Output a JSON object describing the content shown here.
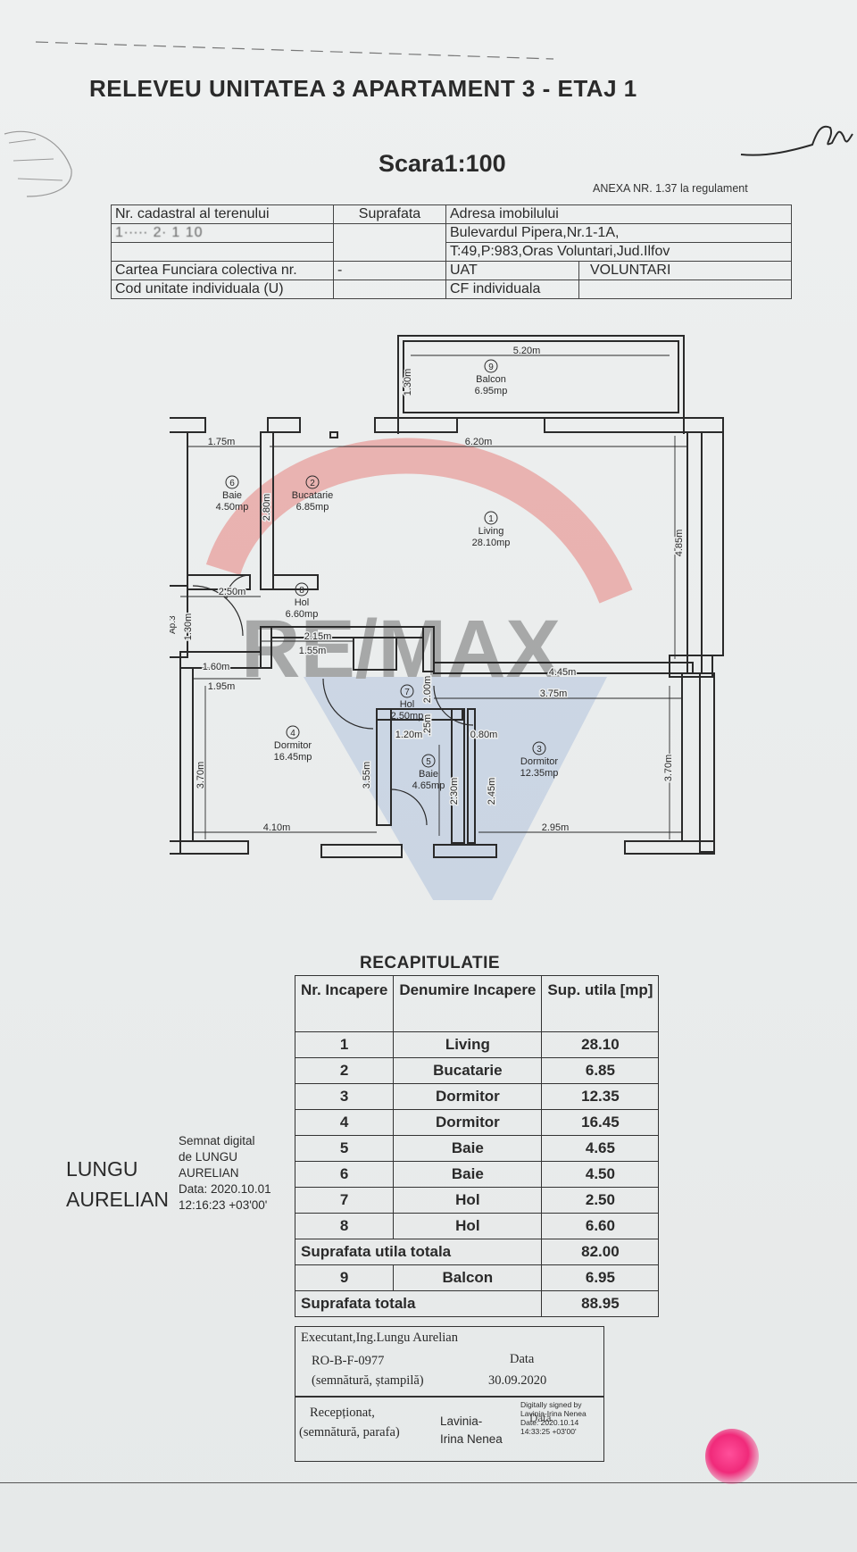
{
  "title": "RELEVEU UNITATEA 3 APARTAMENT 3 - ETAJ 1",
  "scale": "Scara1:100",
  "anexa": "ANEXA NR. 1.37 la regulament",
  "header_table": {
    "nr_cadastral_label": "Nr. cadastral al terenului",
    "nr_cadastral_value": "1∙∙∙∙∙ 2∙ 1 10",
    "suprafata_label": "Suprafata",
    "adresa_label": "Adresa imobilului",
    "adresa_line1": "Bulevardul Pipera,Nr.1-1A,",
    "adresa_line2": "T:49,P:983,Oras Voluntari,Jud.Ilfov",
    "carte_label": "Cartea Funciara colectiva nr.",
    "carte_value": "-",
    "uat_label": "UAT",
    "uat_value": "VOLUNTARI",
    "cod_label": "Cod unitate individuala (U)",
    "cf_label": "CF individuala"
  },
  "plan": {
    "rooms": [
      {
        "nr": "9",
        "name": "Balcon",
        "area": "6.95mp"
      },
      {
        "nr": "1",
        "name": "Living",
        "area": "28.10mp"
      },
      {
        "nr": "2",
        "name": "Bucatarie",
        "area": "6.85mp"
      },
      {
        "nr": "6",
        "name": "Baie",
        "area": "4.50mp"
      },
      {
        "nr": "8",
        "name": "Hol",
        "area": "6.60mp"
      },
      {
        "nr": "7",
        "name": "Hol",
        "area": "2.50mp"
      },
      {
        "nr": "4",
        "name": "Dormitor",
        "area": "16.45mp"
      },
      {
        "nr": "5",
        "name": "Baie",
        "area": "4.65mp"
      },
      {
        "nr": "3",
        "name": "Dormitor",
        "area": "12.35mp"
      }
    ],
    "dimensions": [
      "5.20m",
      "1.30m",
      "6.20m",
      "1.75m",
      "2.80m",
      "4.85m",
      "2.50m",
      "1.30m",
      "2.15m",
      "1.55m",
      "1.60m",
      "4.45m",
      "1.95m",
      "3.75m",
      "2.00m",
      ".25m",
      "1.20m",
      "0.80m",
      "3.70m",
      "3.55m",
      "2.30m",
      "2.45m",
      "3.70m",
      "4.10m",
      "2.95m"
    ],
    "ap_label": "Ap.3",
    "watermark": "RE/MAX"
  },
  "recap": {
    "title": "RECAPITULATIE",
    "headers": [
      "Nr. Incapere",
      "Denumire Incapere",
      "Sup. utila [mp]"
    ],
    "rows": [
      [
        "1",
        "Living",
        "28.10"
      ],
      [
        "2",
        "Bucatarie",
        "6.85"
      ],
      [
        "3",
        "Dormitor",
        "12.35"
      ],
      [
        "4",
        "Dormitor",
        "16.45"
      ],
      [
        "5",
        "Baie",
        "4.65"
      ],
      [
        "6",
        "Baie",
        "4.50"
      ],
      [
        "7",
        "Hol",
        "2.50"
      ],
      [
        "8",
        "Hol",
        "6.60"
      ]
    ],
    "total_utila_label": "Suprafata utila totala",
    "total_utila_value": "82.00",
    "balcon_row": [
      "9",
      "Balcon",
      "6.95"
    ],
    "total_label": "Suprafata totala",
    "total_value": "88.95"
  },
  "executant": {
    "line1": "Executant,Ing.Lungu Aurelian",
    "code": "RO-B-F-0977",
    "signature_label": "(semnătură, ștampilă)",
    "data_label": "Data",
    "data_value": "30.09.2020"
  },
  "receptionat": {
    "line1": "Recepționat,",
    "line2": "(semnătură, parafa)",
    "name1": "Lavinia-",
    "name2": "Irina Nenea",
    "digital1": "Digitally signed by",
    "digital2": "Lavinia-Irina Nenea",
    "digital3": "Date: 2020.10.14",
    "digital4": "14:33:25 +03'00'",
    "data_overlay": "Data"
  },
  "signature": {
    "name_line1": "LUNGU",
    "name_line2": "AURELIAN",
    "semn1": "Semnat digital",
    "semn2": "de LUNGU",
    "semn3": "AURELIAN",
    "semn4": "Data: 2020.10.01",
    "semn5": "12:16:23 +03'00'"
  }
}
